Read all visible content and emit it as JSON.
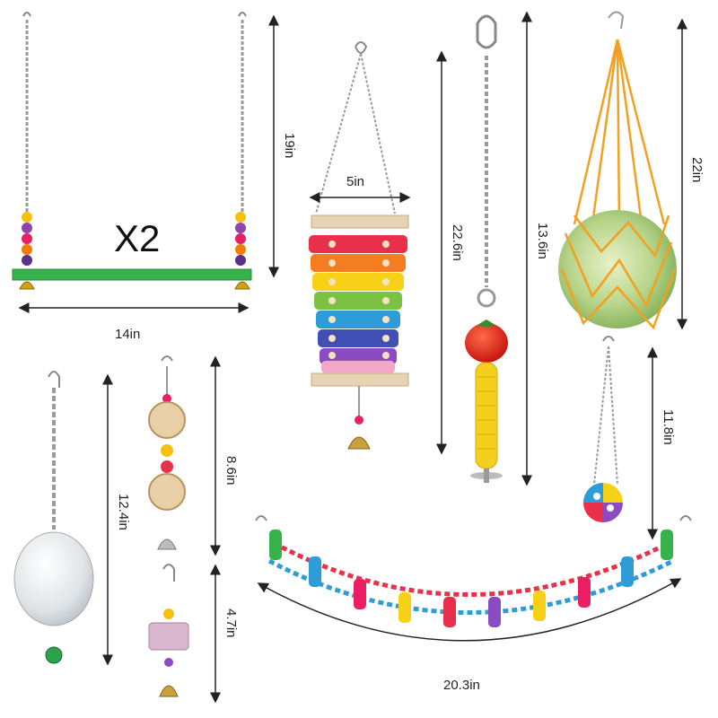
{
  "product_image": {
    "multiplier_label": "X2",
    "dimensions": {
      "swing_width": "14in",
      "swing_height": "19in",
      "xylophone_width": "5in",
      "xylophone_height": "22.6in",
      "corn_toy_height": "13.6in",
      "veggie_net_height": "22in",
      "ball_hanger_height": "11.8in",
      "mirror_height": "12.4in",
      "rattan_ball_toy_height": "8.6in",
      "chew_block_toy_height": "4.7in",
      "bridge_width": "20.3in"
    },
    "colors": {
      "swing_perch": "#37b24a",
      "arrow": "#222222"
    }
  }
}
